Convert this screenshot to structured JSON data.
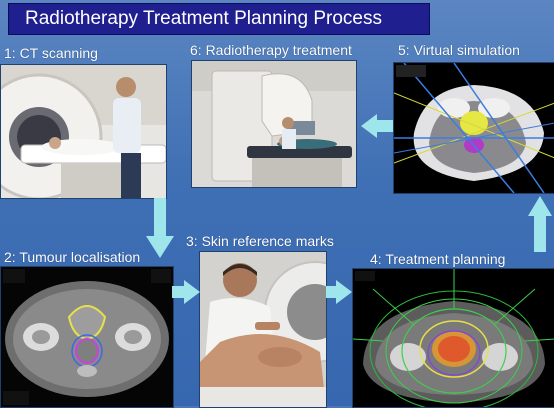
{
  "title": "Radiotherapy Treatment Planning Process",
  "steps": [
    {
      "label": "1: CT scanning"
    },
    {
      "label": "2: Tumour localisation"
    },
    {
      "label": "3: Skin reference marks"
    },
    {
      "label": "4: Treatment planning"
    },
    {
      "label": "5: Virtual simulation"
    },
    {
      "label": "6: Radiotherapy treatment"
    }
  ],
  "colors": {
    "background": "#4a76b4",
    "title_bar": "#1f1f8f",
    "arrow": "#9fe6ec"
  },
  "icons": [
    "ct-scanner-photo",
    "ct-slice-image",
    "skin-marking-photo",
    "treatment-plan-image",
    "virtual-simulation-image",
    "linac-photo"
  ]
}
